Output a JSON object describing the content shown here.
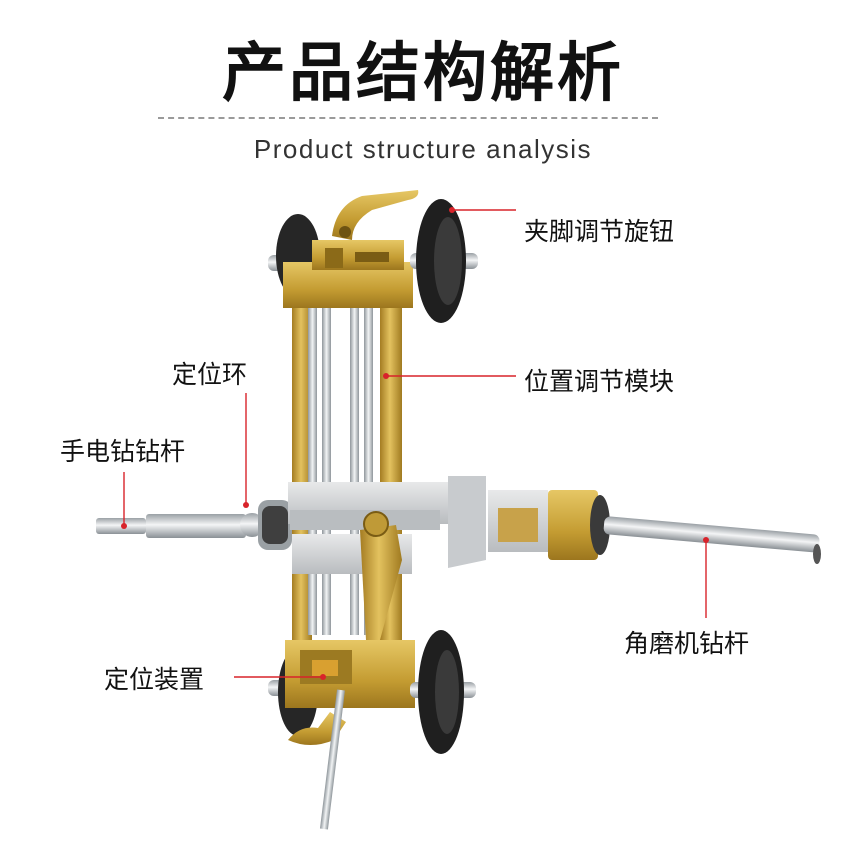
{
  "title": "产品结构解析",
  "subtitle": "Product structure analysis",
  "callouts": {
    "clamp_knob": "夹脚调节旋钮",
    "position_module": "位置调节模块",
    "locating_ring": "定位环",
    "drill_rod": "手电钻钻杆",
    "grinder_rod": "角磨机钻杆",
    "locating_device": "定位装置"
  },
  "colors": {
    "leader": "#d8232a",
    "brass": "#c9a23a",
    "steel": "#cfd3d6",
    "knob": "#2a2a2a"
  }
}
